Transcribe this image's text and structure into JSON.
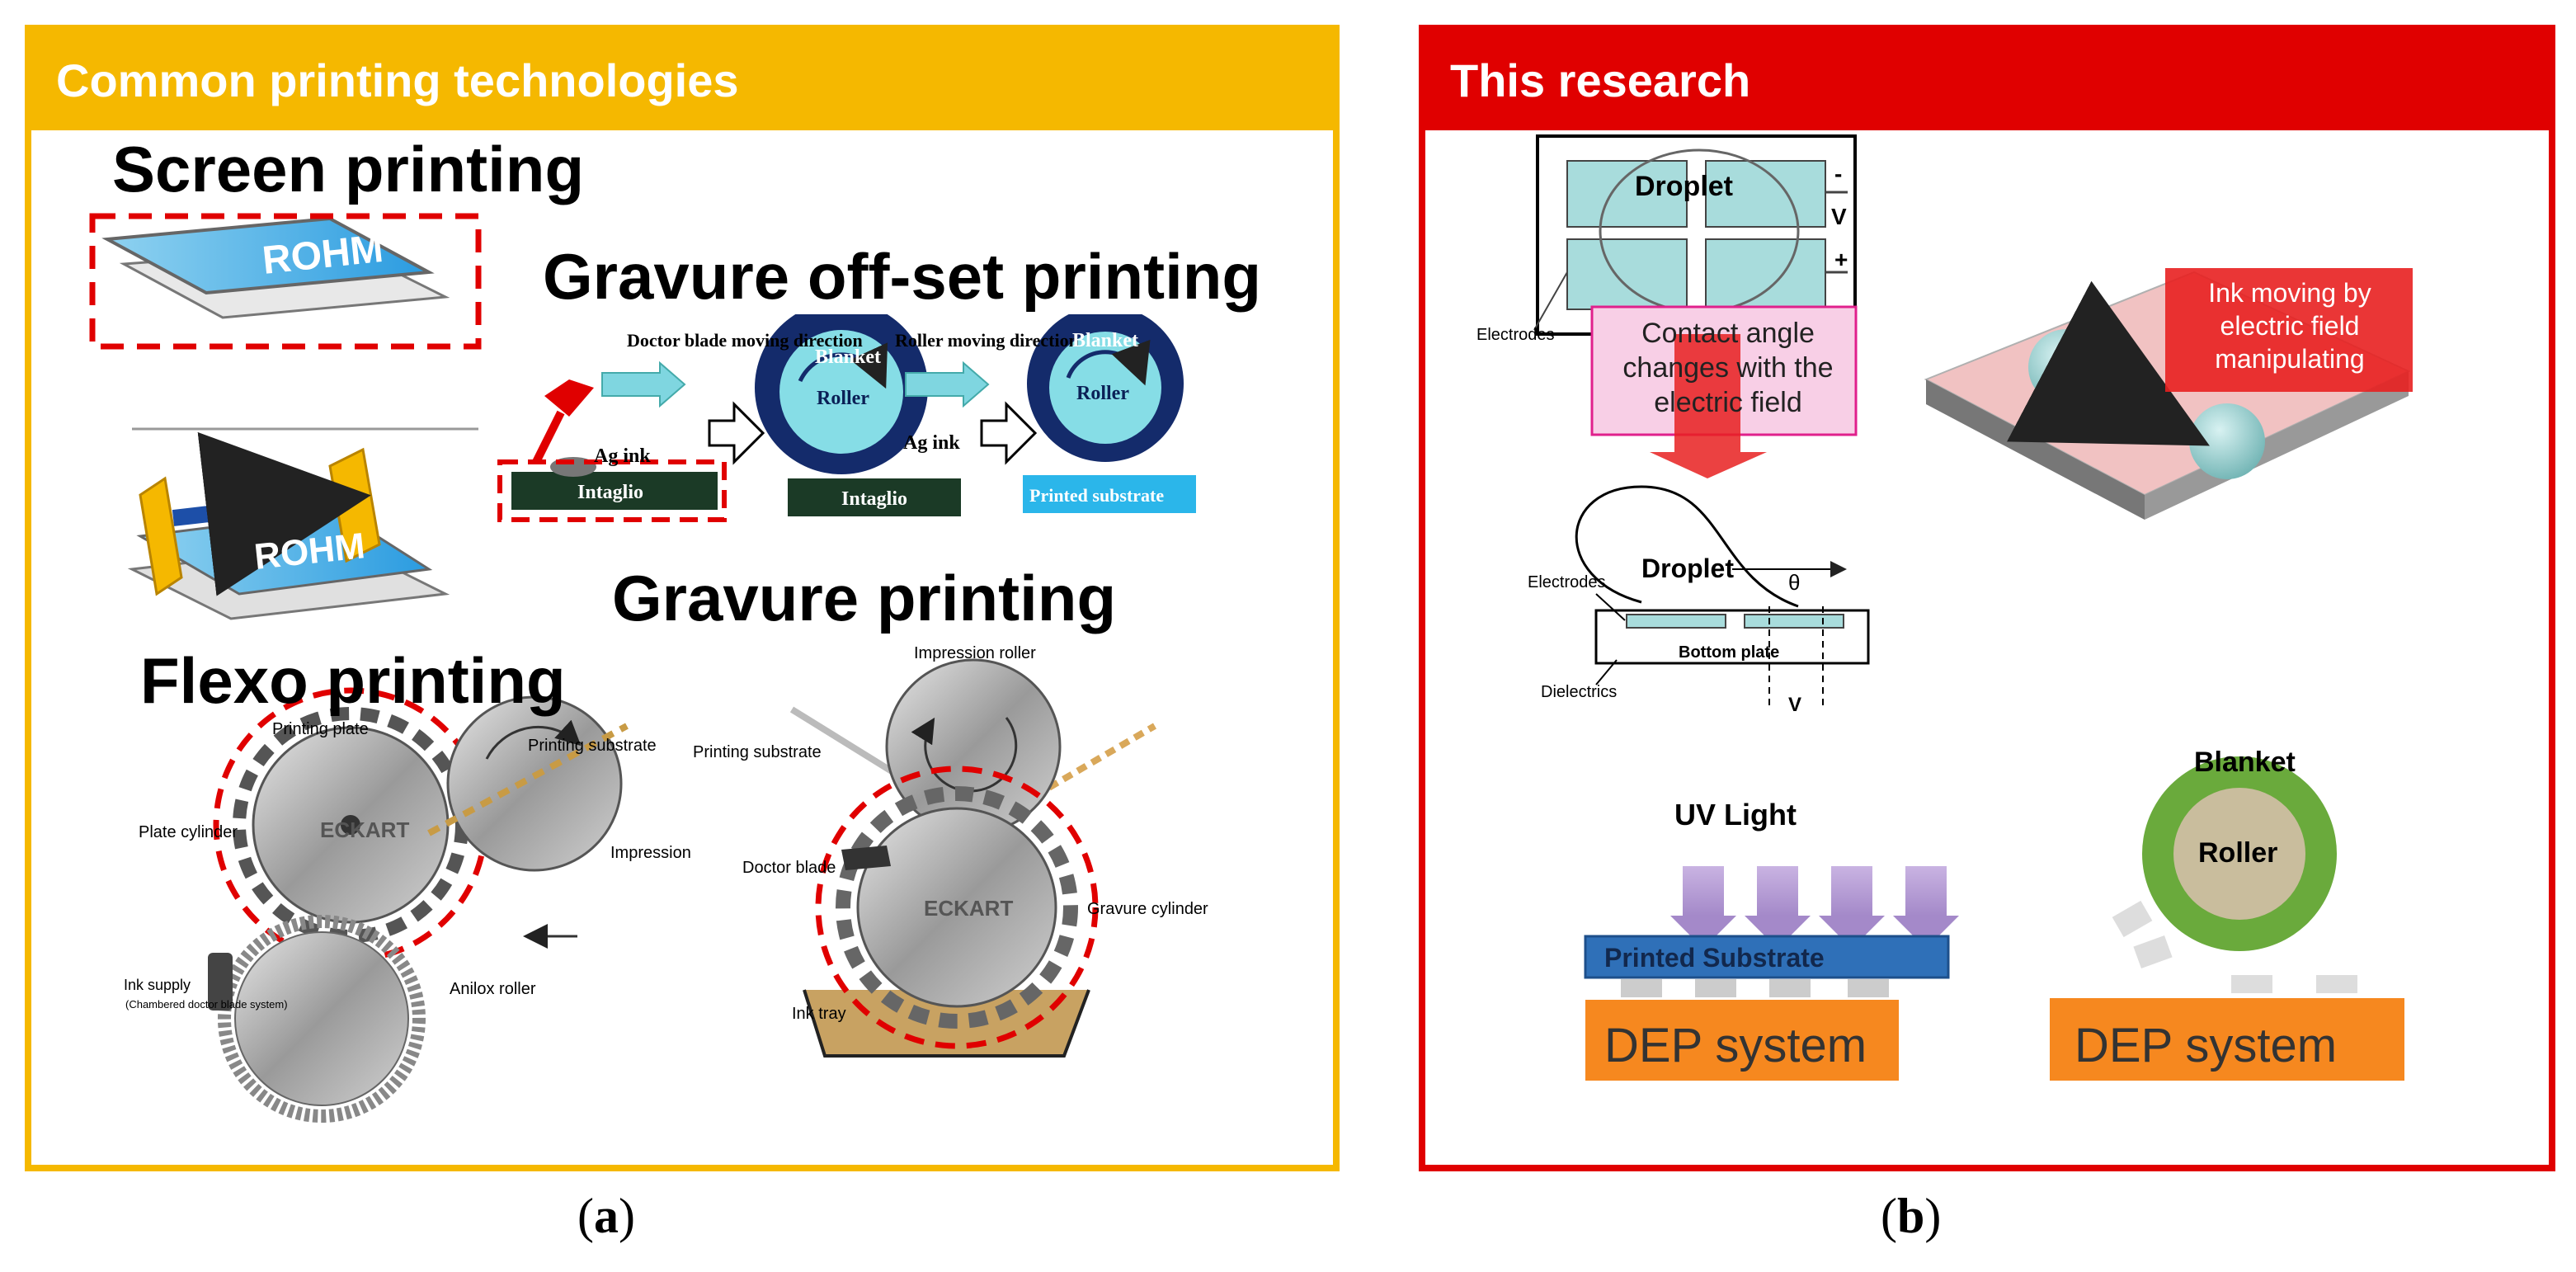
{
  "panel_a": {
    "header": "Common printing technologies",
    "caption_prefix": "(",
    "caption_letter": "a",
    "caption_suffix": ")",
    "screen": {
      "title": "Screen printing",
      "logo1": "ROHM",
      "logo2": "ROHM"
    },
    "gravure_offset": {
      "title": "Gravure off-set printing",
      "doctor_blade_label": "Doctor blade moving direction",
      "roller_moving_label": "Roller moving direction",
      "blanket1": "Blanket",
      "roller1": "Roller",
      "blanket2": "Blanket",
      "roller2": "Roller",
      "ag_ink1": "Ag ink",
      "ag_ink2": "Ag ink",
      "intaglio1": "Intaglio",
      "intaglio2": "Intaglio",
      "printed_substrate": "Printed substrate"
    },
    "gravure": {
      "title": "Gravure printing",
      "impression_roller": "Impression roller",
      "printing_substrate": "Printing substrate",
      "doctor_blade": "Doctor blade",
      "gravure_cylinder": "Gravure cylinder",
      "ink_tray": "Ink tray",
      "brand": "ECKART"
    },
    "flexo": {
      "title": "Flexo printing",
      "printing_plate": "Printing plate",
      "printing_substrate": "Printing substrate",
      "plate_cylinder": "Plate cylinder",
      "impression": "Impression",
      "ink_supply": "Ink supply",
      "ink_supply_sub": "(Chambered doctor blade system)",
      "anilox_roller": "Anilox roller",
      "brand": "ECKART"
    }
  },
  "panel_b": {
    "header": "This research",
    "caption_prefix": "(",
    "caption_letter": "b",
    "caption_suffix": ")",
    "top": {
      "droplet": "Droplet",
      "minus": "-",
      "v": "V",
      "plus": "+",
      "electrodes": "Electrodes",
      "contact_angle": "Contact angle changes with the electric field"
    },
    "side": {
      "droplet": "Droplet",
      "theta": "θ",
      "electrodes": "Electrodes",
      "bottom_plate": "Bottom plate",
      "dielectrics": "Dielectrics",
      "v": "V"
    },
    "ink_moving": "Ink moving by electric field manipulating",
    "uv": {
      "title": "UV Light",
      "substrate": "Printed Substrate",
      "dep": "DEP system"
    },
    "roller": {
      "blanket": "Blanket",
      "roller": "Roller",
      "dep": "DEP system"
    }
  }
}
